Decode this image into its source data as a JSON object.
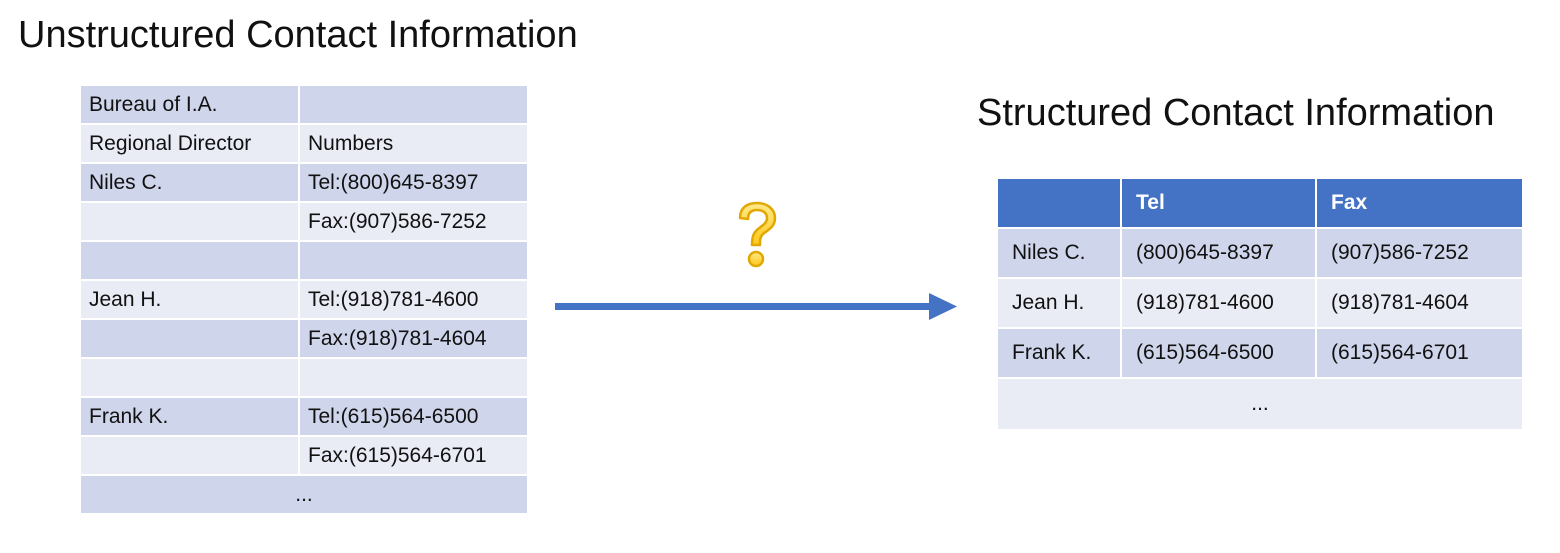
{
  "left": {
    "title": "Unstructured Contact Information",
    "rows": [
      {
        "a": "Bureau of I.A.",
        "b": ""
      },
      {
        "a": "Regional Director",
        "b": "Numbers"
      },
      {
        "a": "Niles C.",
        "b": "Tel:(800)645-8397"
      },
      {
        "a": "",
        "b": "Fax:(907)586-7252"
      },
      {
        "a": "",
        "b": ""
      },
      {
        "a": "Jean H.",
        "b": "Tel:(918)781-4600"
      },
      {
        "a": "",
        "b": "Fax:(918)781-4604"
      },
      {
        "a": "",
        "b": ""
      },
      {
        "a": "Frank K.",
        "b": "Tel:(615)564-6500"
      },
      {
        "a": "",
        "b": "Fax:(615)564-6701"
      }
    ],
    "ellipsis": "..."
  },
  "right": {
    "title": "Structured Contact Information",
    "headers": [
      "",
      "Tel",
      "Fax"
    ],
    "rows": [
      {
        "name": "Niles C.",
        "tel": "(800)645-8397",
        "fax": "(907)586-7252"
      },
      {
        "name": "Jean H.",
        "tel": "(918)781-4600",
        "fax": "(918)781-4604"
      },
      {
        "name": "Frank K.",
        "tel": "(615)564-6500",
        "fax": "(615)564-6701"
      }
    ],
    "ellipsis": "..."
  },
  "connector": {
    "question_icon": "question-mark-icon",
    "arrow_color": "#4472c4",
    "question_color": "#ffd84d"
  },
  "colors": {
    "header_blue": "#4472c4",
    "row_dark": "#cfd5ea",
    "row_light": "#e9ebf5"
  }
}
